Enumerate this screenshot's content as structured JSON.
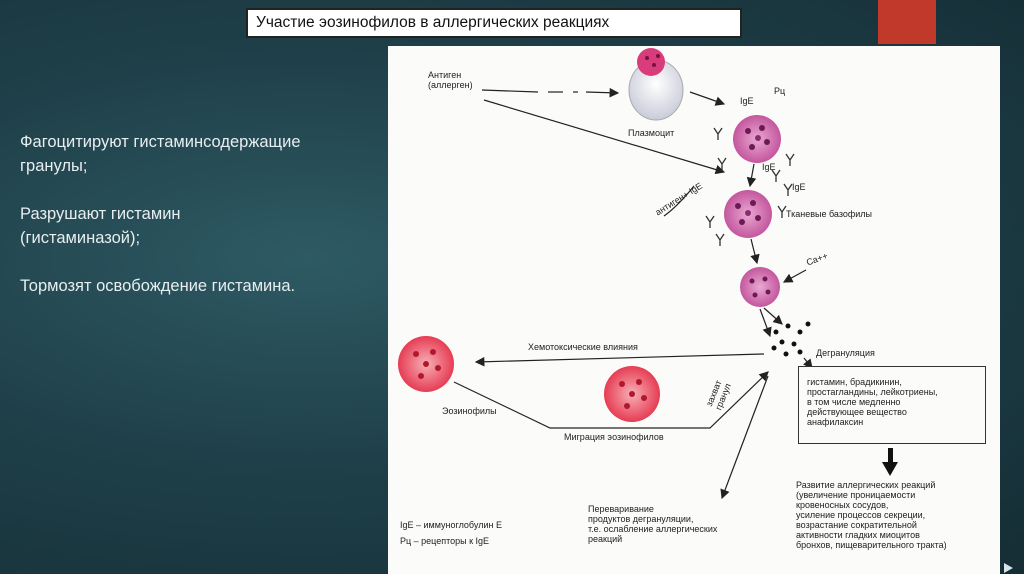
{
  "slide": {
    "title": "Участие эозинофилов в аллергических реакциях",
    "points": [
      "Фагоцитируют гистаминсодержащие гранулы;",
      "Разрушают гистамин (гистаминазой);",
      "Тормозят освобождение гистамина."
    ]
  },
  "diagram": {
    "antigen": "Антиген\n(аллерген)",
    "plasmocyte": "Плазмоцит",
    "ige_top": "IgE",
    "rc_top": "Рц",
    "ige_mid": "IgE",
    "ige_mid2": "IgE",
    "antigen_ige": "антиген+ IgE",
    "tissue_basophils": "Тканевые базофилы",
    "ca": "Ca++",
    "degranulation": "Дегрануляция",
    "chemotoxic": "Хемотоксические влияния",
    "eosinophils": "Эозинофилы",
    "migration": "Миграция эозинофилов",
    "capture": "захват\nгранул",
    "mediators": "гистамин, брадикинин,\nпростагландины, лейкотриены,\nв том числе медленно\nдействующее вещество\nанафилаксин",
    "allergic_dev": "Развитие аллергических реакций\n(увеличение проницаемости\nкровеносных сосудов,\nусиление процессов секреции,\nвозрастание сократительной\nактивности гладких миоцитов\nбронхов, пищеварительного тракта)",
    "digestion": "Переваривание\nпродуктов дегрануляции,\nт.е. ослабление аллергических\nреакций",
    "legend_ige": "IgE – иммуноглобулин  Е",
    "legend_rc": "Рц – рецепторы к  IgE"
  },
  "colors": {
    "accent": "#c0392b",
    "cell_red": "#e0263f",
    "cell_purple": "#c84f9e"
  }
}
